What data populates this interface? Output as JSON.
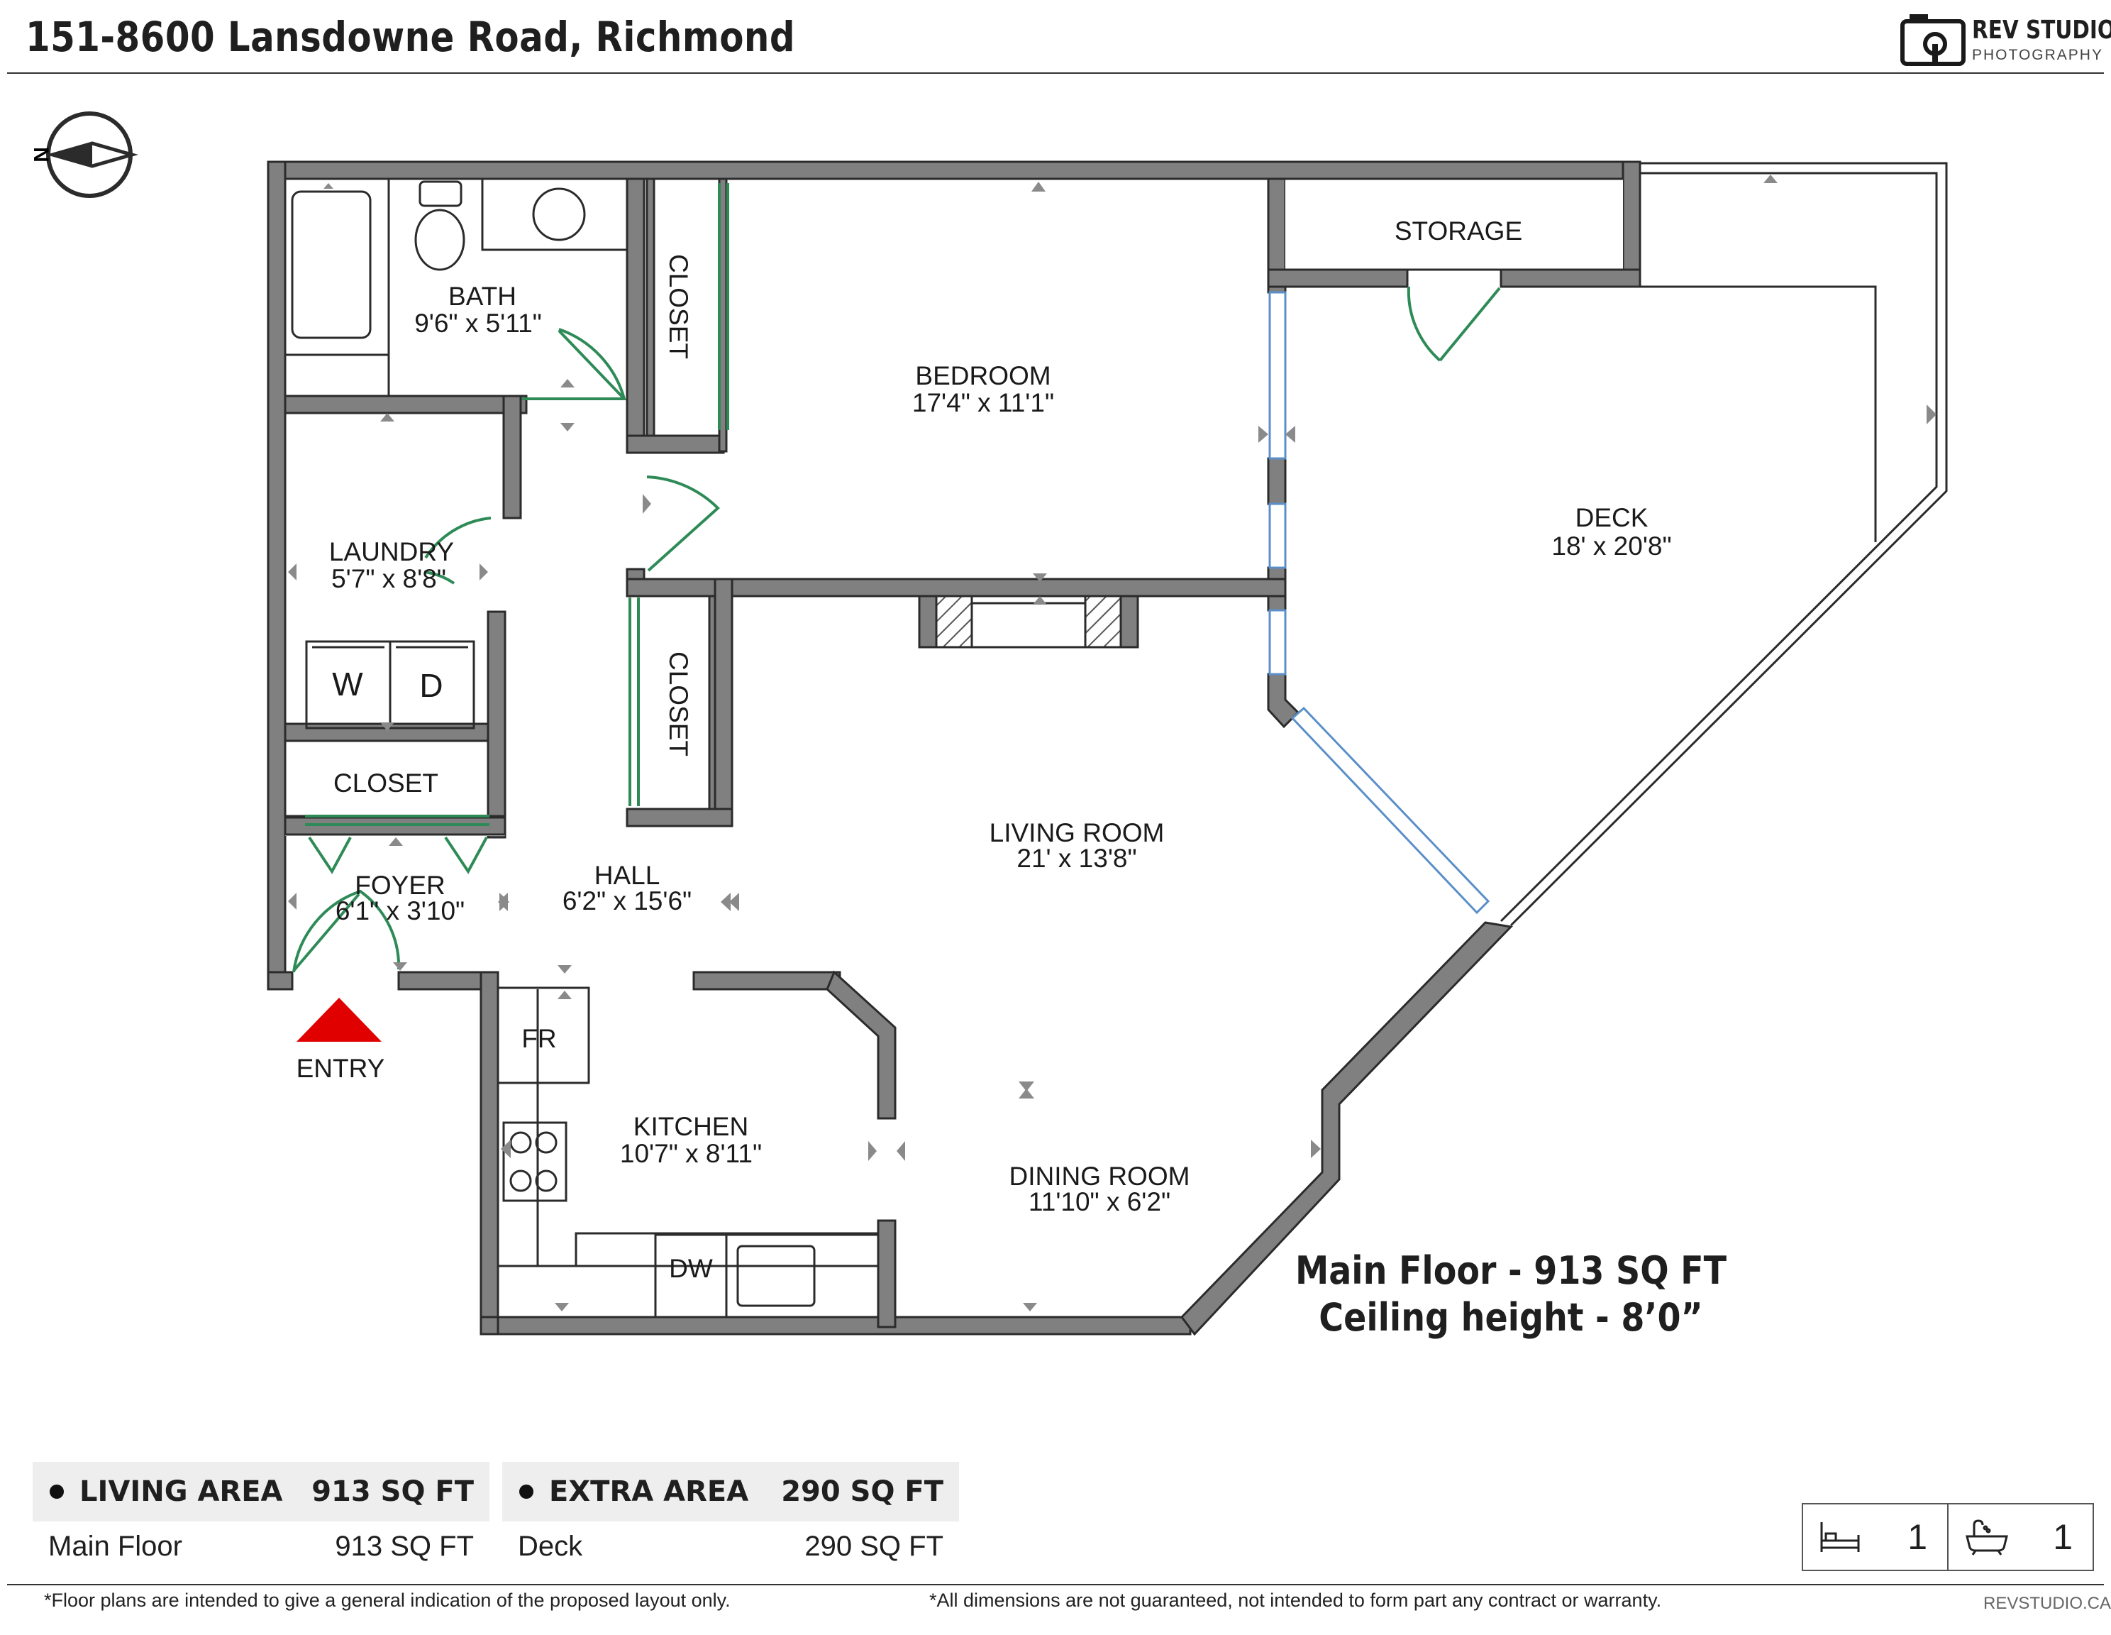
{
  "header": {
    "title": "151-8600 Lansdowne Road, Richmond",
    "brand_name": "REV STUDIO",
    "brand_sub": "PHOTOGRAPHY"
  },
  "compass": {
    "label": "N"
  },
  "rooms": {
    "bath": {
      "name": "BATH",
      "dims": "9'6\" x 5'11\""
    },
    "closet_bath": {
      "name": "CLOSET"
    },
    "bedroom": {
      "name": "BEDROOM",
      "dims": "17'4\" x 11'1\""
    },
    "storage": {
      "name": "STORAGE"
    },
    "deck": {
      "name": "DECK",
      "dims": "18' x 20'8\""
    },
    "laundry": {
      "name": "LAUNDRY",
      "dims": "5'7\" x 8'8\""
    },
    "closet_hall": {
      "name": "CLOSET"
    },
    "closet_foyer": {
      "name": "CLOSET"
    },
    "foyer": {
      "name": "FOYER",
      "dims": "6'1\" x 3'10\""
    },
    "hall": {
      "name": "HALL",
      "dims": "6'2\" x 15'6\""
    },
    "living": {
      "name": "LIVING ROOM",
      "dims": "21' x 13'8\""
    },
    "kitchen": {
      "name": "KITCHEN",
      "dims": "10'7\" x 8'11\""
    },
    "dining": {
      "name": "DINING ROOM",
      "dims": "11'10\" x 6'2\""
    }
  },
  "appliances": {
    "washer": "W",
    "dryer": "D",
    "fridge": "FR",
    "dishwasher": "DW"
  },
  "entry": {
    "label": "ENTRY",
    "color": "#e00000"
  },
  "floor_summary": {
    "line1": "Main Floor - 913 SQ FT",
    "line2": "Ceiling height - 8’0”"
  },
  "living_area": {
    "label": "LIVING AREA",
    "total": "913 SQ FT",
    "row_name": "Main Floor",
    "row_value": "913 SQ FT"
  },
  "extra_area": {
    "label": "EXTRA AREA",
    "total": "290 SQ FT",
    "row_name": "Deck",
    "row_value": "290 SQ FT"
  },
  "counts": {
    "bedrooms": "1",
    "bathrooms": "1"
  },
  "footer": {
    "disclaimer_left": "*Floor plans are intended to give a general indication of the proposed layout only.",
    "disclaimer_right": "*All dimensions are not guaranteed, not intended to form part any contract or warranty.",
    "site": "REVSTUDIO.CA"
  },
  "colors": {
    "wall": "#808080",
    "wall_edge": "#2b2b2b",
    "door": "#2e8b57",
    "window": "#5b8fc9"
  }
}
